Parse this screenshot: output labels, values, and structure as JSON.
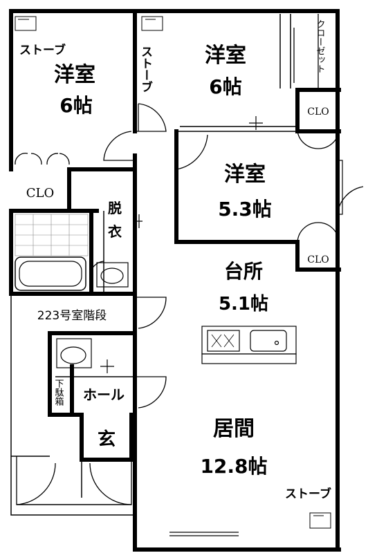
{
  "rooms": {
    "western_nw": {
      "name": "洋室",
      "size": "6帖"
    },
    "western_ne": {
      "name": "洋室",
      "size": "6帖"
    },
    "western_e": {
      "name": "洋室",
      "size": "5.3帖"
    },
    "kitchen": {
      "name": "台所",
      "size": "5.1帖"
    },
    "living": {
      "name": "居間",
      "size": "12.8帖"
    },
    "dressing": "脱衣",
    "hall": "ホール",
    "entrance": "玄",
    "shoe_box": "下駄箱",
    "stairs": "223号室階段"
  },
  "storage": {
    "clo_west": "CLO",
    "clo_ne": "CLO",
    "clo_e": "CLO",
    "closet_vertical": "クローゼット"
  },
  "stove_labels": {
    "nw": "ストーブ",
    "ne_vertical": "ストーブ",
    "living": "ストーブ"
  }
}
